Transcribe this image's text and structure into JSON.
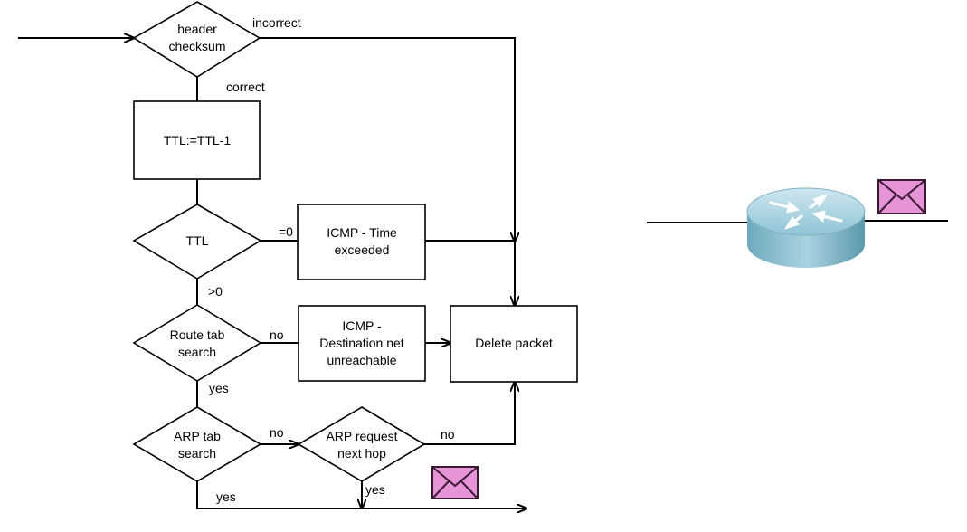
{
  "nodes": {
    "header_checksum": [
      "header",
      "checksum"
    ],
    "ttl_decrement": [
      "TTL:=TTL-1"
    ],
    "ttl": [
      "TTL"
    ],
    "icmp_time": [
      "ICMP - Time",
      "exceeded"
    ],
    "route_search": [
      "Route tab",
      "search"
    ],
    "icmp_dest": [
      "ICMP -",
      "Destination net",
      "unreachable"
    ],
    "delete_packet": [
      "Delete packet"
    ],
    "arp_search": [
      "ARP tab",
      "search"
    ],
    "arp_request": [
      "ARP request",
      "next hop"
    ]
  },
  "edges": {
    "incorrect": "incorrect",
    "correct": "correct",
    "eq0": "=0",
    "gt0": ">0",
    "route_no": "no",
    "route_yes": "yes",
    "arp_no": "no",
    "arpreq_no": "no",
    "arpreq_yes": "yes",
    "arp_yes": "yes"
  },
  "icons": {
    "envelope": "envelope-icon",
    "router": "router-icon",
    "envelope_color": "#e793d8",
    "router_color": "#8ec4d6"
  }
}
